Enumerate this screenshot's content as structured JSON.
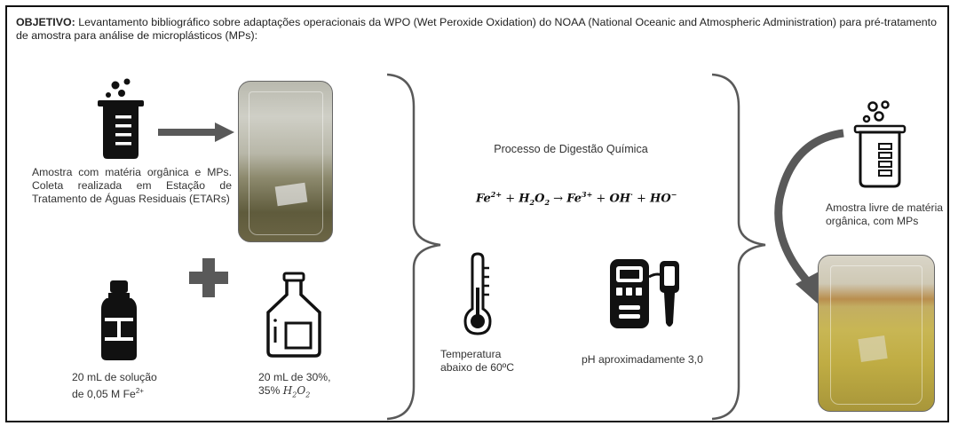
{
  "objective": {
    "label": "OBJETIVO:",
    "text": " Levantamento bibliográfico sobre adaptações operacionais da WPO (Wet Peroxide Oxidation) do NOAA (National Oceanic and Atmospheric Administration) para pré-tratamento de amostra para análise de microplásticos (MPs):"
  },
  "sample": {
    "caption": "Amostra com matéria orgânica e MPs. Coleta realizada em Estação de Tratamento de Águas Residuais (ETARs)"
  },
  "reagents": {
    "iron": {
      "line1": "20 mL de solução",
      "line2": "de 0,05 M Fe",
      "charge": "2+"
    },
    "peroxide": {
      "line1": "20 mL de 30%,",
      "line2": "35% ",
      "formula_H": "H",
      "sub_2a": "2",
      "formula_O": "O",
      "sub_2b": "2"
    }
  },
  "process": {
    "title": "Processo de Digestão Química",
    "equation": {
      "fe": "Fe",
      "fe_charge": "2+",
      "plus1": " + ",
      "h": "H",
      "h_sub": "2",
      "o": "O",
      "o_sub": "2",
      "arrow": " → ",
      "fe3": "Fe",
      "fe3_charge": "3+",
      "plus2": " + ",
      "oh": "OH",
      "oh_charge": "·",
      "plus3": " + ",
      "ho": "HO",
      "ho_charge": "−"
    },
    "temperature": {
      "line1": "Temperatura",
      "line2": "abaixo de 60ºC"
    },
    "ph": "pH aproximadamente 3,0"
  },
  "result": {
    "caption_line1": "Amostra livre de matéria",
    "caption_line2": "orgânica, com MPs"
  },
  "colors": {
    "arrow": "#595959",
    "plus": "#595959",
    "brace": "#595959",
    "icon": "#111111"
  }
}
